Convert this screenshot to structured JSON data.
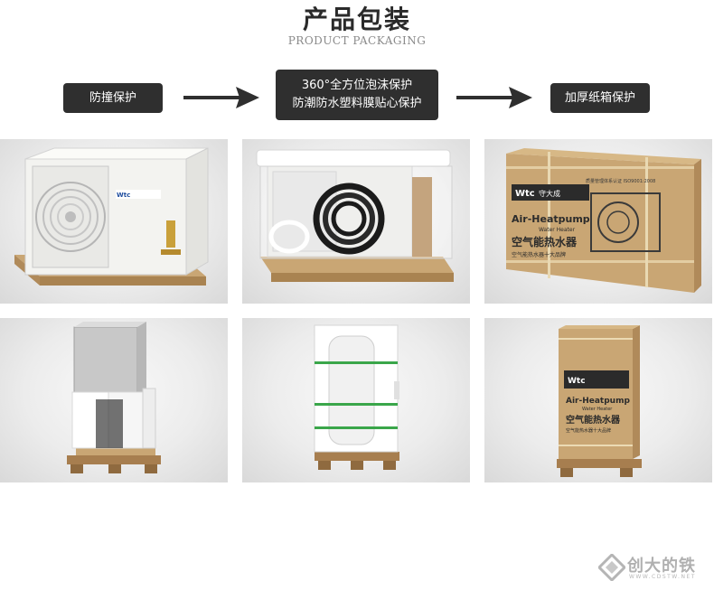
{
  "header": {
    "title": "产品包装",
    "subtitle": "PRODUCT PACKAGING"
  },
  "steps": [
    {
      "label": "防撞保护"
    },
    {
      "line1": "360°全方位泡沫保护",
      "line2": "防潮防水塑料膜贴心保护"
    },
    {
      "label": "加厚纸箱保护"
    }
  ],
  "product_texts": {
    "brand": "Wtc",
    "brand_cn": "守大成",
    "iso": "质量管理体系认证 ISO9001:2008",
    "en_title": "Air-Heatpump",
    "en_sub": "Water Heater",
    "cn_title": "空气能热水器",
    "cn_sub": "空气能热水器十大品牌",
    "tall_en_title": "Air-Heatpump",
    "tall_en_sub": "Water Heater",
    "tall_cn_title": "空气能热水器",
    "tall_cn_sub": "空气能热水器十大品牌"
  },
  "watermark": {
    "name": "创大的铁",
    "url": "WWW.CDSTW.NET"
  },
  "colors": {
    "step_bg": "#2f2f2f",
    "cardboard": "#c9a674",
    "wood": "#a77e4f"
  }
}
